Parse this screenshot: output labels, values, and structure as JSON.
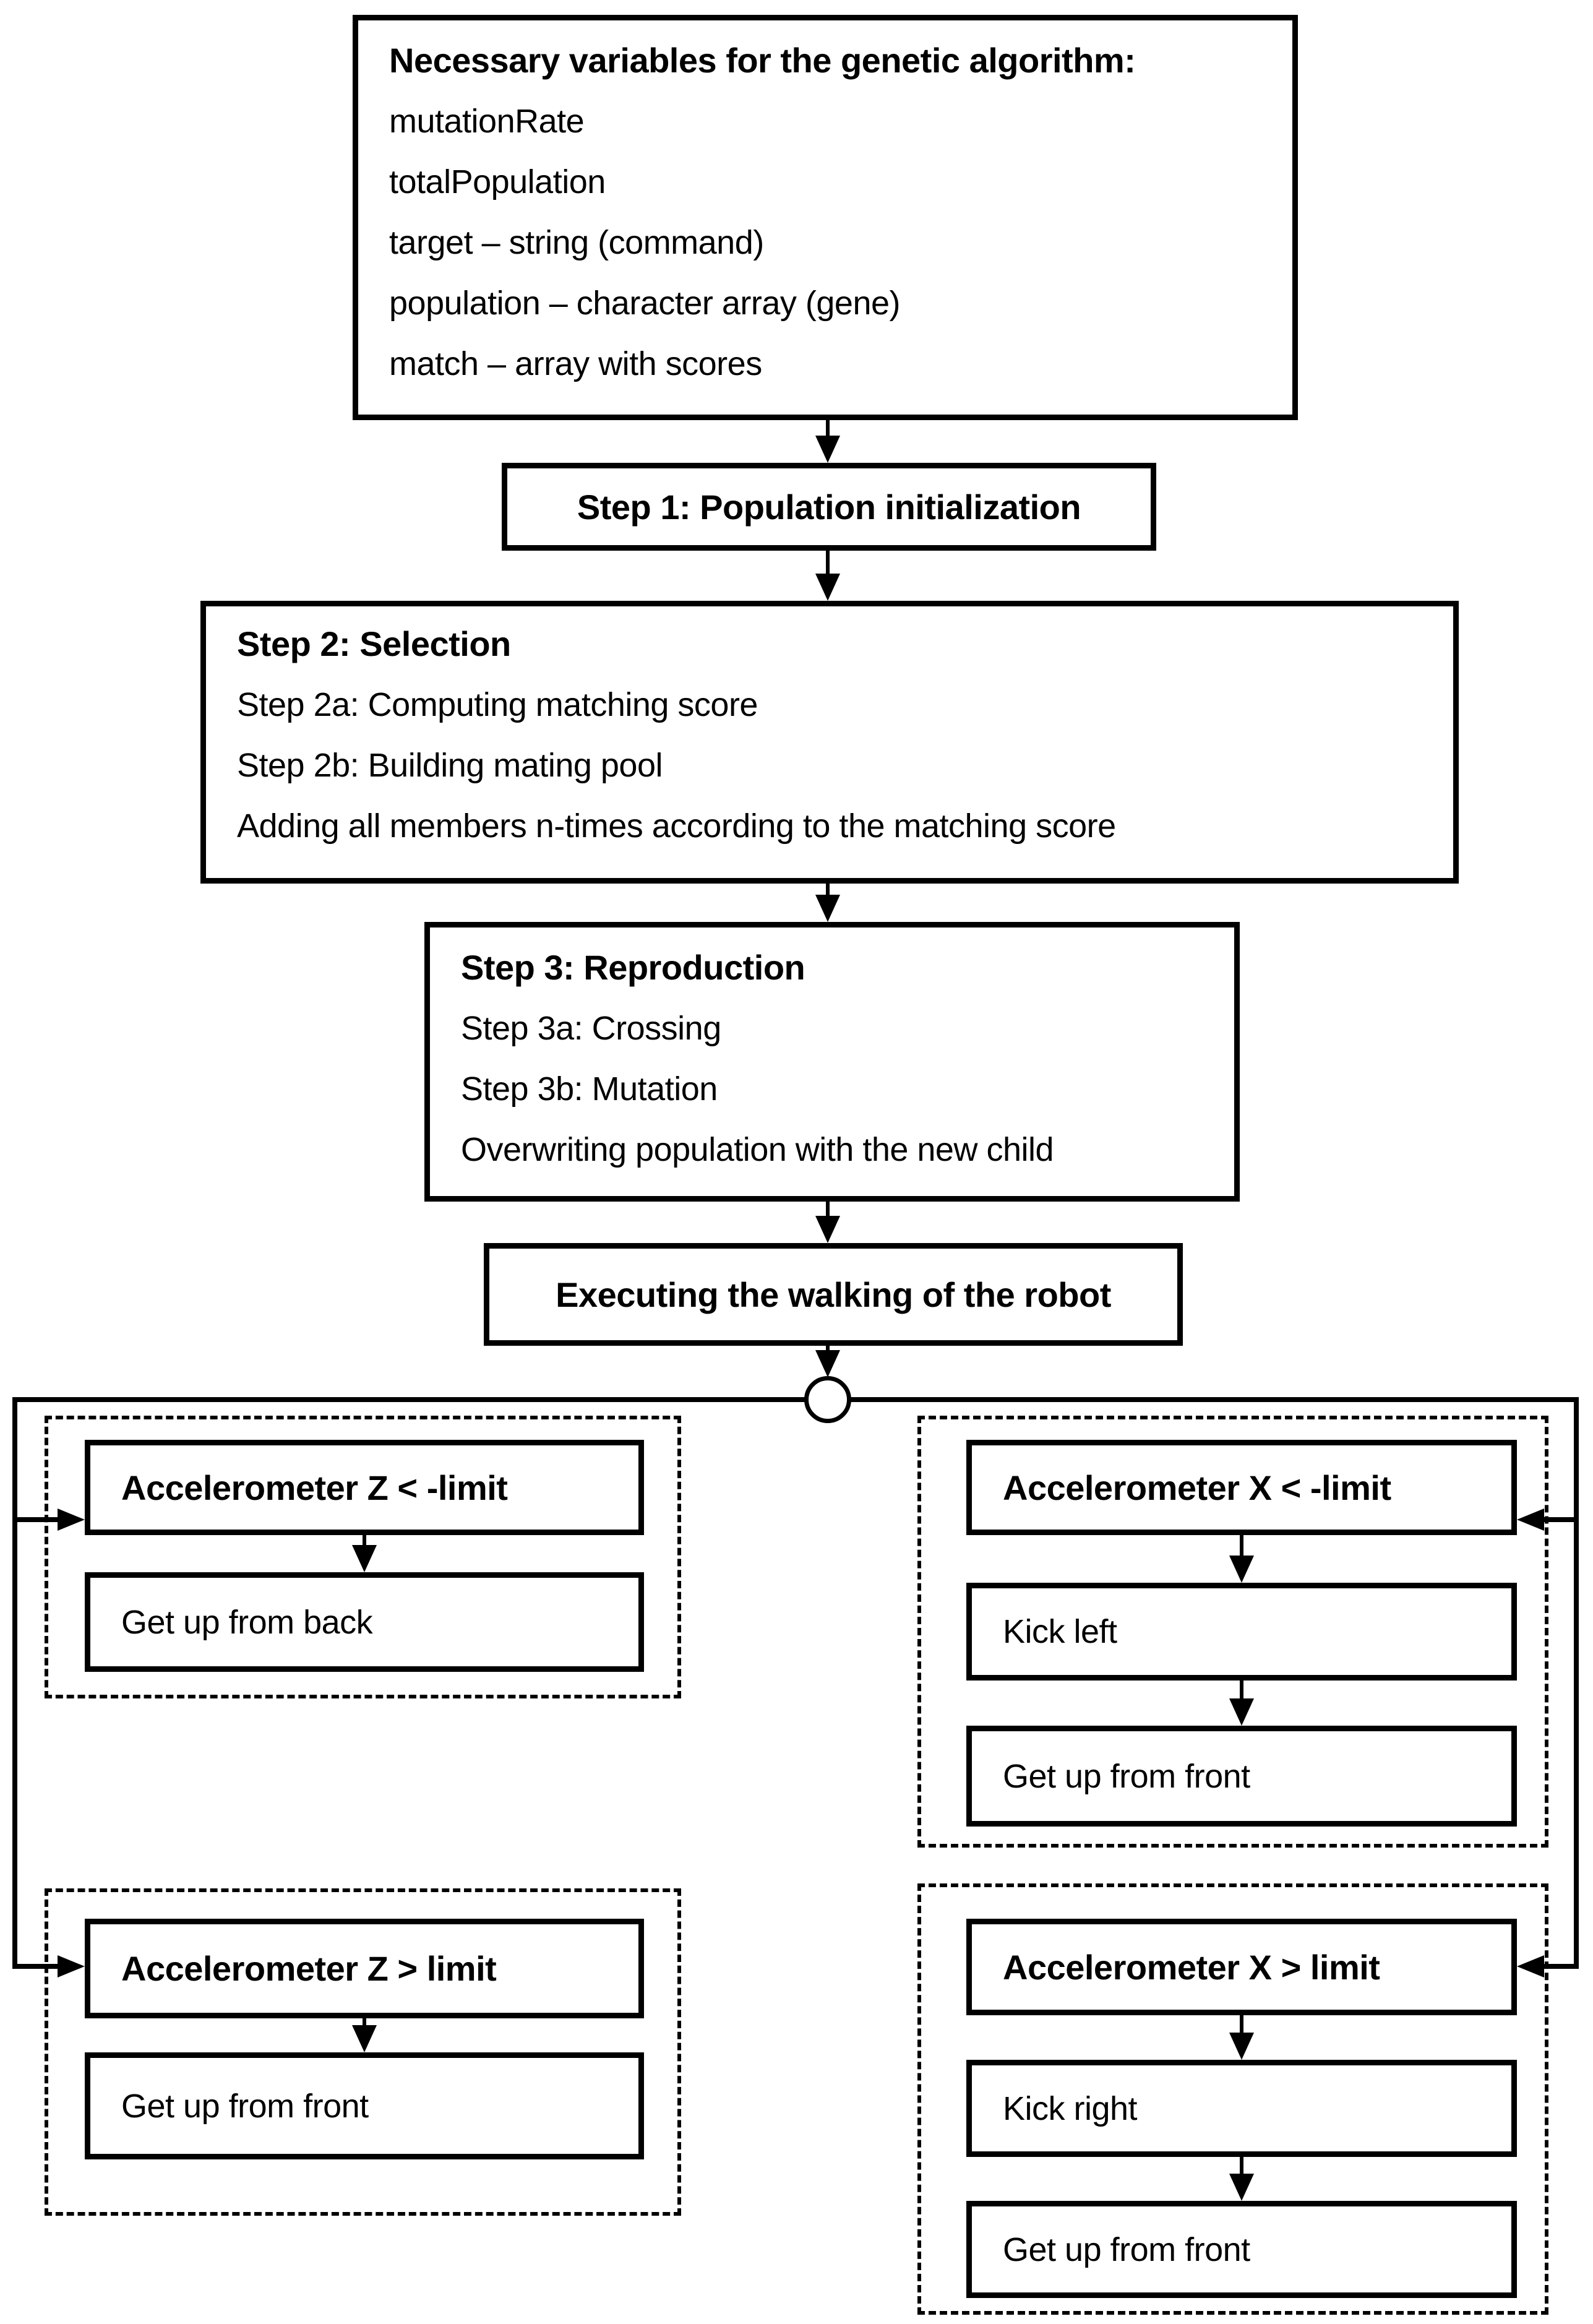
{
  "diagram": {
    "background_color": "#ffffff",
    "line_color": "#000000",
    "variables": {
      "title": "Necessary variables for the genetic algorithm:",
      "items": [
        "mutationRate",
        "totalPopulation",
        "target – string (command)",
        "population – character array (gene)",
        "match – array with scores"
      ]
    },
    "steps": {
      "step1": {
        "title": "Step 1: Population initialization"
      },
      "step2": {
        "title": "Step 2: Selection",
        "lines": [
          "Step 2a: Computing matching score",
          "Step 2b: Building mating pool",
          "Adding all members n-times according to the matching score"
        ]
      },
      "step3": {
        "title": "Step 3: Reproduction",
        "lines": [
          "Step 3a: Crossing",
          "Step 3b: Mutation",
          "Overwriting population with the new child"
        ]
      },
      "executing": {
        "title": "Executing the walking of the robot"
      }
    },
    "branches": [
      {
        "condition": "Accelerometer Z < -limit",
        "actions": [
          "Get up from back"
        ]
      },
      {
        "condition": "Accelerometer Z > limit",
        "actions": [
          "Get up from front"
        ]
      },
      {
        "condition": "Accelerometer X < -limit",
        "actions": [
          "Kick left",
          "Get up from front"
        ]
      },
      {
        "condition": "Accelerometer X > limit",
        "actions": [
          "Kick right",
          "Get up from front"
        ]
      }
    ]
  }
}
